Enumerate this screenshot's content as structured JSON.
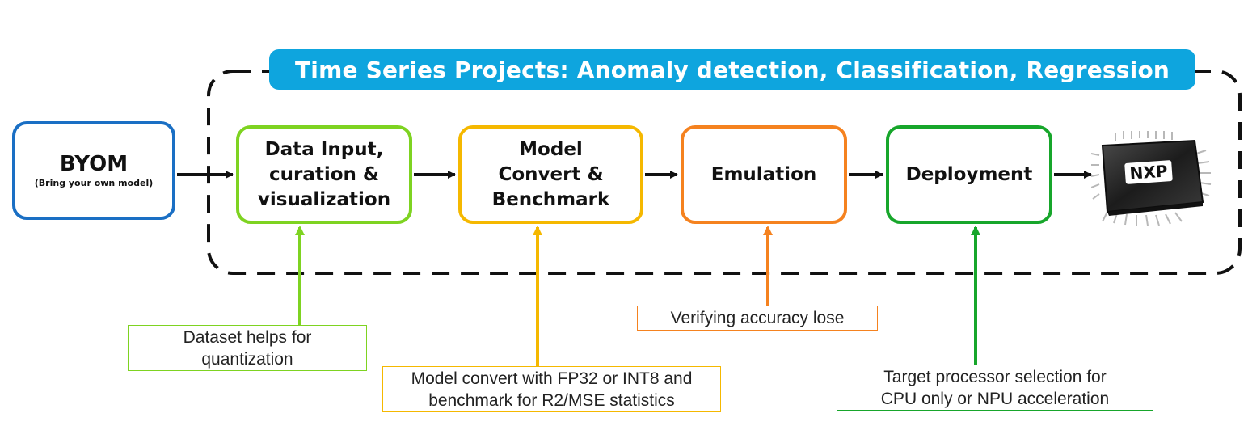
{
  "banner": {
    "title": "Time Series Projects: Anomaly detection, Classification, Regression"
  },
  "colors": {
    "banner": "#0ea5de",
    "byom": "#1a6fc4",
    "data": "#7ed321",
    "model": "#f5b800",
    "emulation": "#f5821f",
    "deployment": "#17a62b"
  },
  "byom": {
    "title": "BYOM",
    "subtitle": "(Bring your own model)"
  },
  "stages": {
    "data": {
      "lines": [
        "Data Input,",
        "curation &",
        "visualization"
      ]
    },
    "model": {
      "lines": [
        "Model",
        "Convert &",
        "Benchmark"
      ]
    },
    "emulation": {
      "lines": [
        "Emulation"
      ]
    },
    "deployment": {
      "lines": [
        "Deployment"
      ]
    }
  },
  "notes": {
    "data": [
      "Dataset helps for",
      "quantization"
    ],
    "model": [
      "Model convert with FP32 or INT8 and",
      "benchmark for R2/MSE statistics"
    ],
    "emulation": [
      "Verifying accuracy lose"
    ],
    "deployment": [
      "Target processor selection for",
      "CPU only or NPU acceleration"
    ]
  },
  "chip": {
    "logo_text": "NXP",
    "icon": "nxp-processor-chip-icon"
  }
}
